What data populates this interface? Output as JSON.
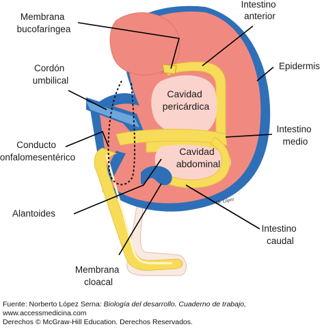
{
  "colors": {
    "tissue": "#f08a80",
    "tissue_light": "#f6b2aa",
    "cavity": "#fbd3cd",
    "ectoderm_blue": "#2e6fb8",
    "ectoderm_blue_light": "#6ea6dc",
    "endoderm_yellow": "#f7dc5a",
    "endoderm_light": "#fff6c8",
    "stalk": "#f9e9e3"
  },
  "labels": {
    "membrana_bucofaringea": [
      "Membrana",
      "bucofaríngea"
    ],
    "intestino_anterior": [
      "Intestino",
      "anterior"
    ],
    "epidermis": "Epidermis",
    "cordon_umbilical": [
      "Cordón",
      "umbilical"
    ],
    "cavidad_pericardica": [
      "Cavidad",
      "pericárdica"
    ],
    "intestino_medio": [
      "Intestino",
      "medio"
    ],
    "conducto_onfalomesenterico": [
      "Conducto",
      "onfalomesentérico"
    ],
    "cavidad_abdominal": [
      "Cavidad",
      "abdominal"
    ],
    "alantoides": "Alantoides",
    "intestino_caudal": [
      "Intestino",
      "caudal"
    ],
    "membrana_cloacal": [
      "Membrana",
      "cloacal"
    ],
    "signature": "Dr. López"
  },
  "credit": {
    "line1_prefix": "Fuente: Norberto López Serna: ",
    "line1_italic": "Biología del desarrollo. Cuaderno de trabajo,",
    "line2": "www.accessmedicina.com",
    "line3": "Derechos © McGraw-Hill Education. Derechos Reservados."
  }
}
